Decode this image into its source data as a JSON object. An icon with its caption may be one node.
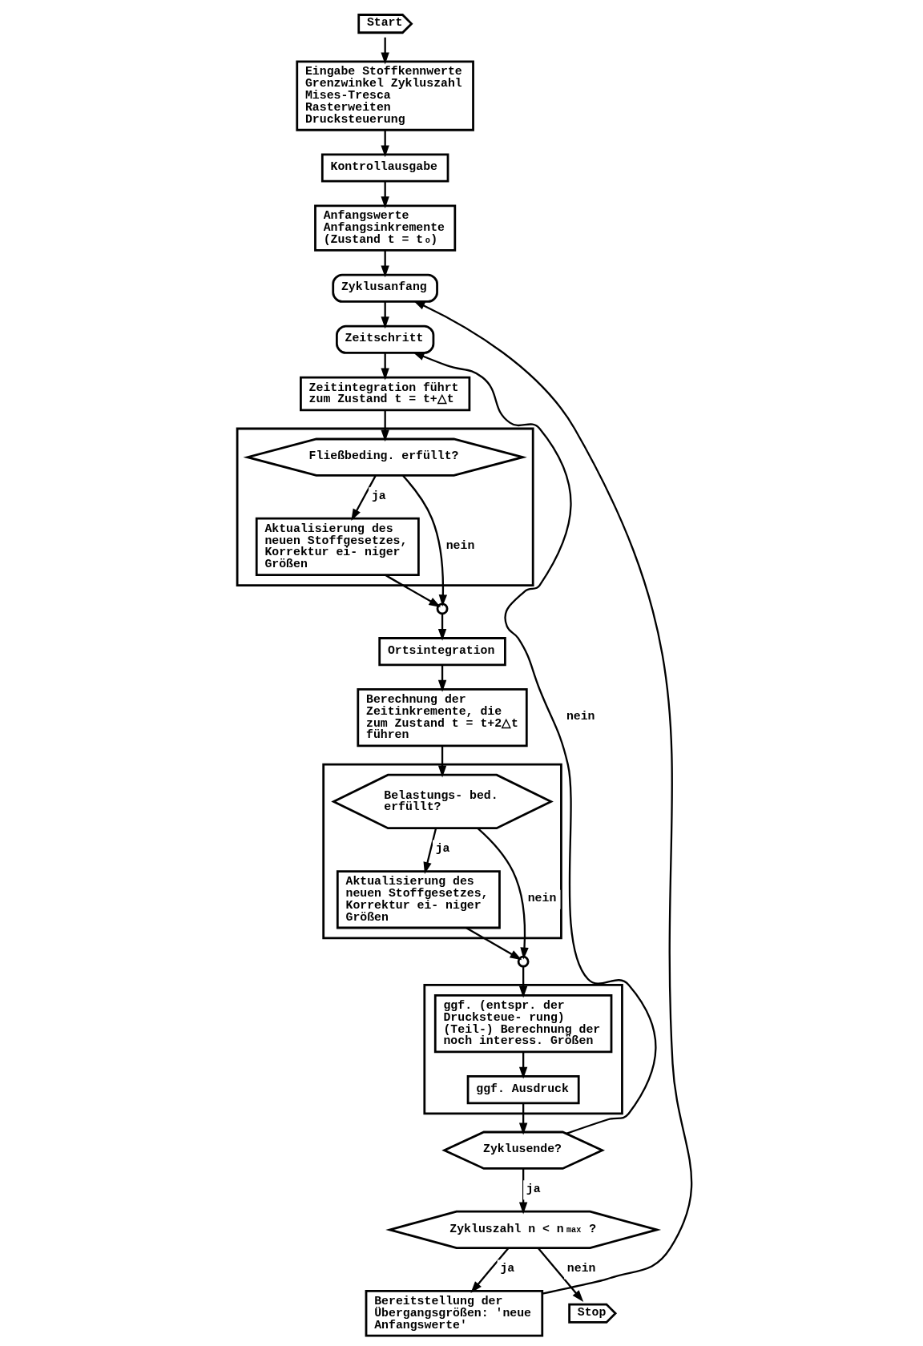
{
  "diagram": {
    "nodes": [
      {
        "text": [
          "Start"
        ]
      },
      {
        "text": [
          "Eingabe Stoffkennwerte Grenzwinkel Zykluszahl Mises-Tresca Rasterweiten Drucksteuerung"
        ]
      },
      {
        "text": [
          "Kontrollausgabe"
        ]
      },
      {
        "text": [
          "Anfangswerte Anfangsinkremente (Zustand t = t$_{o}$)"
        ]
      },
      {
        "text": [
          "Zyklusanfang"
        ]
      },
      {
        "text": [
          "Zeitschritt"
        ]
      },
      {
        "text": [
          "Zeitintegration führt zum Zustand t = t+△t"
        ]
      },
      {
        "text": [],
        "shape": "box"
      },
      {
        "text": [
          "Fließbeding. erfüllt?"
        ],
        "in": 7
      },
      {
        "text": [
          "Aktualisierung des neuen Stoffgesetzes, Korrektur ei- niger Größen"
        ],
        "in": 7
      },
      {
        "text": [],
        "shape": "circle"
      },
      {
        "text": [
          "Ortsintegration"
        ]
      },
      {
        "text": [
          "Berechnung der Zeitinkremente, die zum Zustand t = t+2△t führen"
        ]
      },
      {
        "text": [],
        "shape": "box"
      },
      {
        "text": [
          "Belastungs- bed. erfüllt?"
        ],
        "in": 13
      },
      {
        "text": [
          "Aktualisierung des neuen Stoffgesetzes, Korrektur ei- niger Größen"
        ],
        "in": 13
      },
      {
        "text": [],
        "shape": "circle"
      },
      {
        "text": [],
        "shape": "box"
      },
      {
        "text": [
          "ggf. (entspr. der Drucksteue- rung) (Teil-) Berechnung der noch interess. Größen"
        ],
        "in": 17
      },
      {
        "text": [
          "ggf. Ausdruck"
        ],
        "in": 17
      },
      {
        "text": [
          "Zyklusende?"
        ]
      },
      {
        "text": [
          "Zykluszahl n < n$_{max}$ ?"
        ]
      },
      {
        "text": [
          "Bereitstellung der Übergangsgrößen: 'neue Anfangswerte'"
        ]
      },
      {
        "text": [
          "Stop"
        ]
      }
    ],
    "edges": [
      {
        "from": 0,
        "to": 1,
        "arrow": "to"
      },
      {
        "from": 1,
        "to": 2,
        "arrow": "to"
      },
      {
        "from": 2,
        "to": 3,
        "arrow": "to"
      },
      {
        "from": 3,
        "to": 4,
        "arrow": "to"
      },
      {
        "from": 4,
        "to": 5,
        "arrow": "to"
      },
      {
        "from": 5,
        "to": 6,
        "arrow": "to"
      },
      {
        "from": 6,
        "to": 8,
        "arrow": "to"
      },
      {
        "from": 8,
        "to": 9,
        "arrow": "to",
        "label": "ja"
      },
      {
        "from": 8,
        "to": 10,
        "arrow": "to",
        "label": "nein"
      },
      {
        "from": 9,
        "to": 10,
        "arrow": "to"
      },
      {
        "from": 10,
        "to": 11,
        "arrow": "to"
      },
      {
        "from": 11,
        "to": 12,
        "arrow": "to"
      },
      {
        "from": 12,
        "to": 14,
        "arrow": "to"
      },
      {
        "from": 14,
        "to": 15,
        "arrow": "to",
        "label": "ja"
      },
      {
        "from": 14,
        "to": 16,
        "arrow": "to",
        "label": "nein"
      },
      {
        "from": 15,
        "to": 16,
        "arrow": "to"
      },
      {
        "from": 16,
        "to": 18,
        "arrow": "to"
      },
      {
        "from": 18,
        "to": 19,
        "arrow": "to"
      },
      {
        "from": 19,
        "to": 20,
        "arrow": "to"
      },
      {
        "from": 20,
        "to": 21,
        "arrow": "to",
        "label": "ja"
      },
      {
        "from": 20,
        "to": 5,
        "arrow": "to",
        "label": "nein"
      },
      {
        "from": 21,
        "to": 22,
        "arrow": "to",
        "label": "ja"
      },
      {
        "from": 21,
        "to": 23,
        "arrow": "to",
        "label": "nein"
      },
      {
        "from": 22,
        "to": 4,
        "arrow": "to"
      }
    ]
  }
}
